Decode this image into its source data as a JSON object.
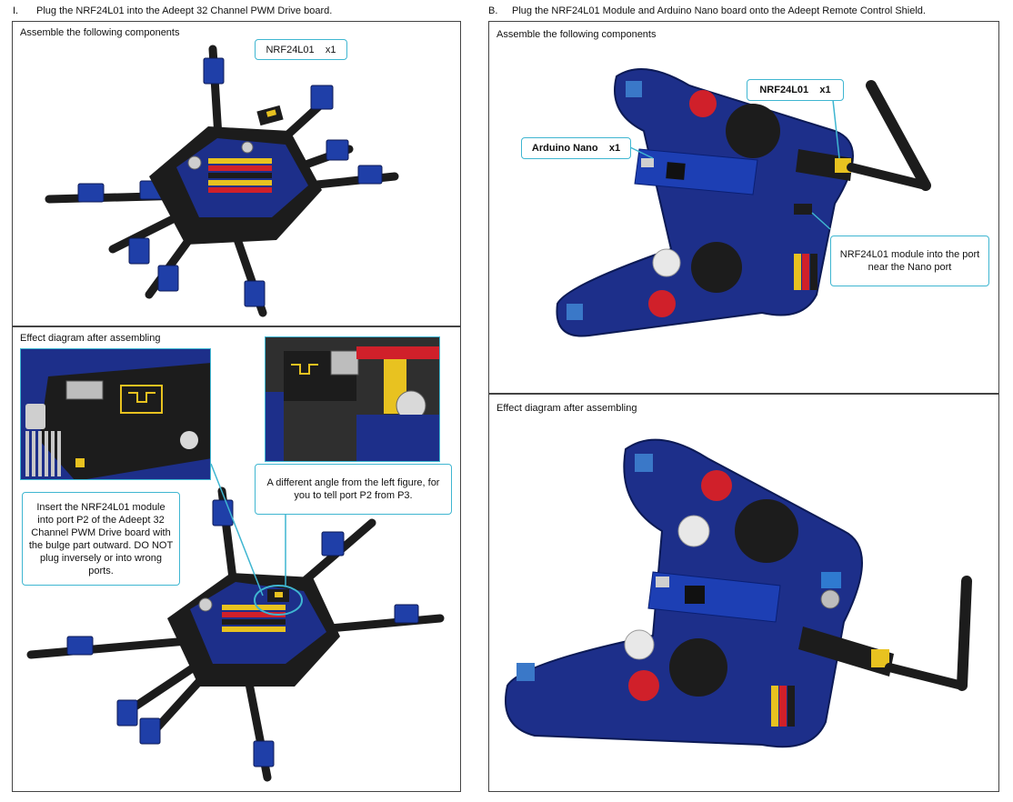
{
  "left": {
    "heading_num": "I.",
    "heading": "Plug the NRF24L01 into the Adeept 32 Channel PWM Drive board.",
    "panel_top_title": "Assemble the following components",
    "nrf_callout": "NRF24L01    x1",
    "panel_bottom_title": "Effect diagram after assembling",
    "insert_callout": "Insert the NRF24L01 module into port P2 of the Adeept 32 Channel PWM Drive board with the bulge part outward.  DO NOT plug inversely or into wrong ports.",
    "angle_callout": "A different angle from the left figure, for you to tell port P2 from P3."
  },
  "right": {
    "heading_num": "B.",
    "heading": "Plug the NRF24L01 Module and Arduino Nano board onto the Adeept Remote Control Shield.",
    "panel_top_title": "Assemble the following components",
    "nrf_callout": "NRF24L01    x1",
    "nano_callout": "Arduino Nano    x1",
    "port_callout": "NRF24L01 module into the port near the Nano port",
    "panel_bottom_title": "Effect diagram after assembling"
  },
  "colors": {
    "callout_border": "#3fb6d1",
    "board_blue": "#1d2f8a",
    "frame_black": "#1c1c1c",
    "servo_blue": "#1f3fa8",
    "button_red": "#d0202a"
  }
}
